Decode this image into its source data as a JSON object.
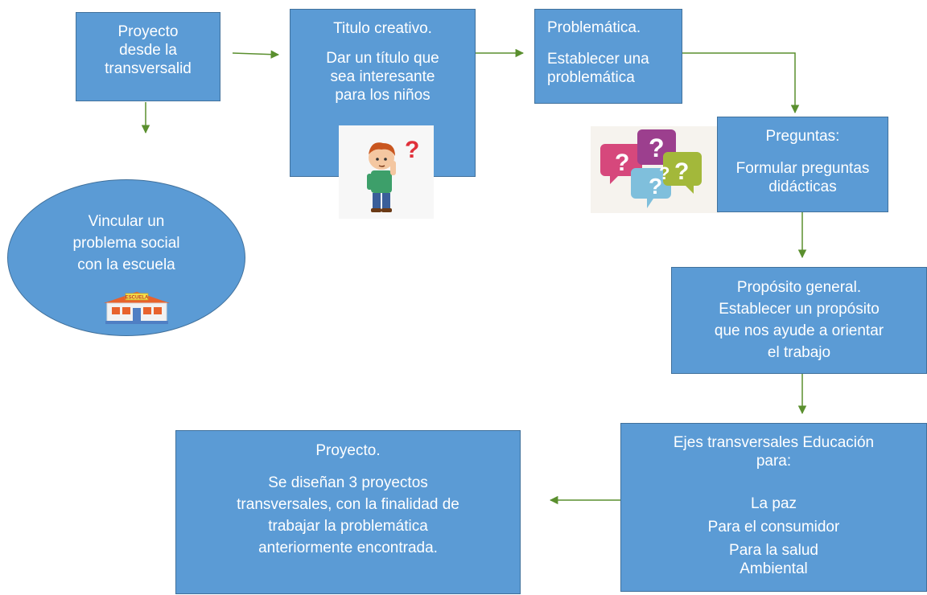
{
  "nodes": {
    "proyecto_transversalidad": {
      "lines": [
        "Proyecto",
        "desde la",
        "transversalid"
      ]
    },
    "titulo_creativo": {
      "title": "Titulo creativo.",
      "body": [
        "Dar un título que",
        "sea interesante",
        "para los niños"
      ]
    },
    "problematica": {
      "title": "Problemática.",
      "body": [
        "Establecer una",
        "problemática"
      ]
    },
    "preguntas": {
      "title": "Preguntas:",
      "body": [
        "Formular preguntas",
        "didácticas"
      ]
    },
    "proposito": {
      "lines": [
        "Propósito general.",
        "Establecer un propósito",
        "que nos ayude a orientar",
        "el trabajo"
      ]
    },
    "ejes": {
      "title": [
        "Ejes transversales Educación",
        "para:"
      ],
      "items": [
        "La paz",
        "Para el consumidor",
        "Para la salud",
        "Ambiental"
      ]
    },
    "proyecto_final": {
      "title": "Proyecto.",
      "body": [
        "Se diseñan 3 proyectos",
        "transversales, con la finalidad de",
        "trabajar la problemática",
        "anteriormente encontrada."
      ]
    },
    "vincular": {
      "lines": [
        "Vincular un",
        "problema social",
        "con la escuela"
      ]
    }
  },
  "school_sign": "ESCUELA",
  "colors": {
    "box_fill": "#5b9bd5",
    "box_border": "#41719c",
    "arrow": "#5a8f2e",
    "text": "#ffffff"
  }
}
